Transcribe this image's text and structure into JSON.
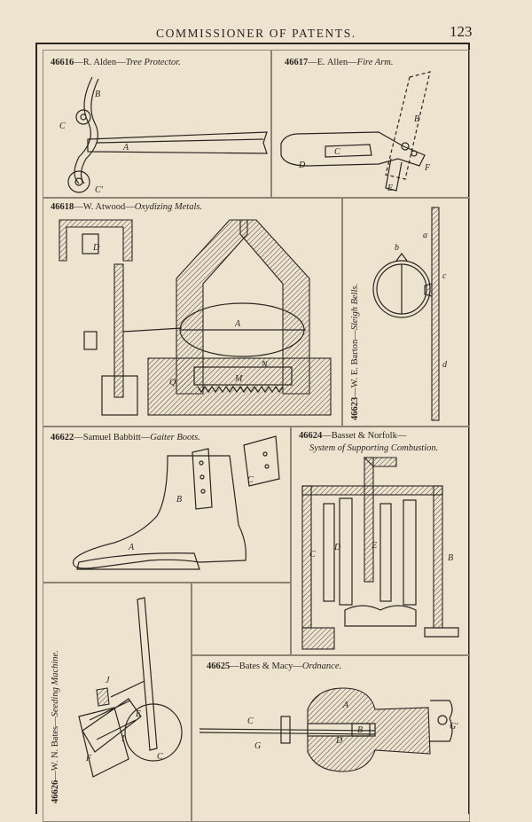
{
  "header": {
    "running_title": "COMMISSIONER OF PATENTS.",
    "page_number": "123"
  },
  "figures": [
    {
      "number": "46616",
      "sep": "—R. Alden—",
      "title": "Tree Protector.",
      "labels": {
        "a": "A",
        "b": "B",
        "c": "C",
        "c2": "C'"
      }
    },
    {
      "number": "46617",
      "sep": "—E. Allen—",
      "title": "Fire Arm.",
      "labels": {
        "b": "B",
        "c": "C",
        "d": "D",
        "e": "E",
        "f": "F"
      }
    },
    {
      "number": "46618",
      "sep": "—W. Atwood—",
      "title": "Oxydizing Metals.",
      "labels": {
        "a": "A",
        "d": "D",
        "m": "M",
        "n": "N",
        "q": "Q"
      }
    },
    {
      "number": "46623",
      "sep": "—W. E. Barton—",
      "title": "Sleigh Bells.",
      "labels": {
        "a": "a",
        "b": "b",
        "c": "c",
        "d": "d"
      }
    },
    {
      "number": "46622",
      "sep": "—Samuel Babbitt—",
      "title": "Gaiter Boots.",
      "labels": {
        "a": "A",
        "b": "B",
        "c": "C"
      }
    },
    {
      "number": "46624",
      "sep": "—Basset & Norfolk—",
      "title": "System of Supporting Combustion.",
      "labels": {
        "b": "B",
        "c": "C",
        "d": "D",
        "e": "E"
      }
    },
    {
      "number": "46626",
      "sep": "—W. N. Bates—",
      "title": "Seeding Machine.",
      "labels": {
        "c": "C",
        "e": "E",
        "f": "F",
        "i": "I",
        "j": "J"
      }
    },
    {
      "number": "46625",
      "sep": "—Bates & Macy—",
      "title": "Ordnance.",
      "labels": {
        "a": "A",
        "b": "B",
        "c": "C",
        "d": "D",
        "g": "G",
        "g2": "G'"
      }
    }
  ]
}
